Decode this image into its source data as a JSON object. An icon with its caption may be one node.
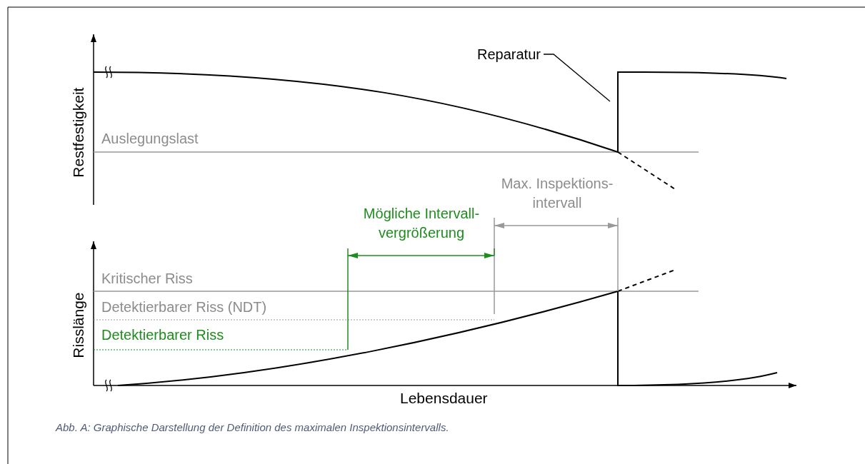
{
  "diagram": {
    "caption": "Abb. A: Graphische Darstellung der Definition des maximalen Inspektionsintervalls.",
    "nodes": [
      {
        "text": [
          "Reparatur"
        ]
      },
      {
        "text": [],
        "shape": "line"
      }
    ],
    "edges": [
      {
        "from": 0,
        "to": 1,
        "arrow": "none"
      }
    ],
    "labels": [
      "Restfestigkeit",
      "Auslegungslast",
      "Max. Inspektions- intervall",
      "Mögliche Intervall- vergrößerung",
      "Kritischer Riss",
      "Detektierbarer Riss (NDT)",
      "Detektierbarer Riss",
      "Risslänge",
      "Lebensdauer"
    ]
  }
}
